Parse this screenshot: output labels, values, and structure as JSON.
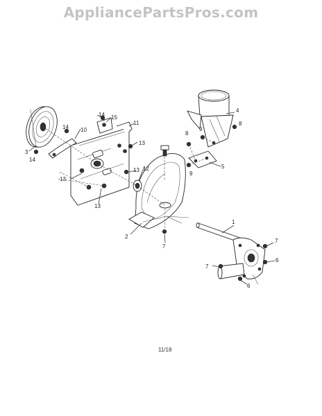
{
  "watermark": "AppliancePartsPros.com",
  "page_number": "11/18",
  "callouts": {
    "c1": "1",
    "c2": "2",
    "c3": "3",
    "c4": "4",
    "c5": "5",
    "c6a": "6",
    "c6b": "6",
    "c7a": "7",
    "c7b": "7",
    "c7c": "7",
    "c8a": "8",
    "c8b": "8",
    "c9a": "9",
    "c9b": "9",
    "c10": "10",
    "c11": "11",
    "c12": "12",
    "c13a": "13",
    "c13b": "13",
    "c13c": "13",
    "c13d": "13",
    "c14a": "14",
    "c14b": "14",
    "c14c": "14",
    "c15": "15"
  }
}
